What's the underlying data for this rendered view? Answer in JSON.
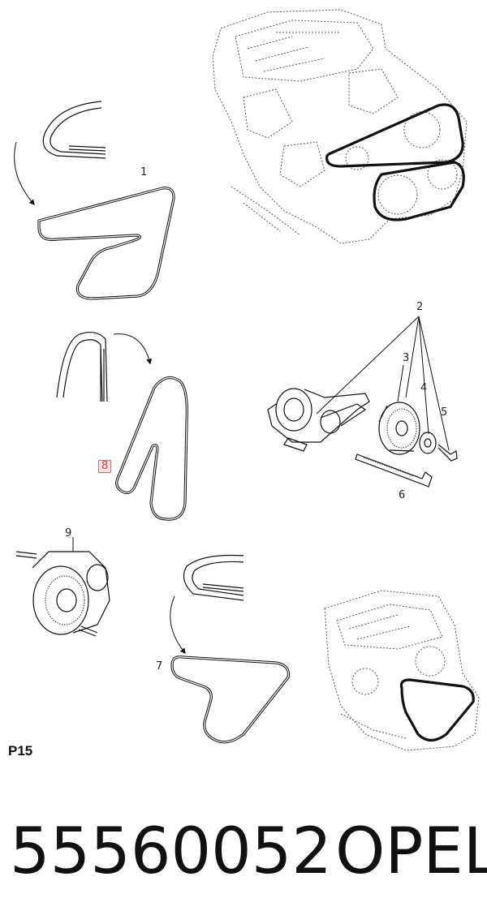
{
  "callouts": {
    "c1": "1",
    "c2": "2",
    "c3": "3",
    "c4": "4",
    "c5": "5",
    "c6": "6",
    "c7": "7",
    "c8": "8",
    "c9": "9"
  },
  "sheet_code": "P15",
  "part_number": "55560052",
  "brand": "OPEL",
  "highlight_color": "#e06a6a"
}
